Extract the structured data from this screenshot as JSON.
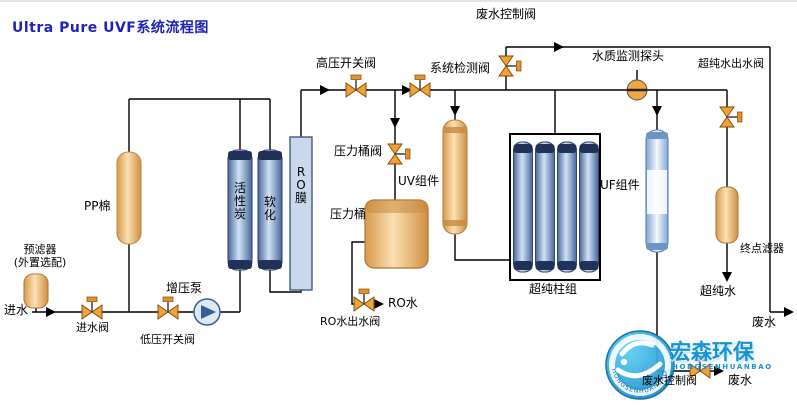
{
  "title": "Ultra Pure UVF系统流程图",
  "labels": {
    "inlet": "进水",
    "pre_filter_1": "预滤器",
    "pre_filter_2": "(外置选配)",
    "inlet_valve": "进水阀",
    "pp_cotton": "PP棉",
    "low_pressure_valve": "低压开关阀",
    "booster_pump": "增压泵",
    "activated_carbon": "活性炭",
    "softener": "软化",
    "ro_membrane": "RO膜",
    "high_pressure_valve": "高压开关阀",
    "system_check_valve": "系统检测阀",
    "pressure_tank_valve": "压力桶阀",
    "pressure_tank": "压力桶",
    "uv_module": "UV组件",
    "ro_outlet_valve": "RO水出水阀",
    "ro_water": "RO水",
    "waste_control_valve_top": "废水控制阀",
    "ultrapure_columns": "超纯柱组",
    "quality_probe": "水质监测探头",
    "uf_module": "UF组件",
    "ultrapure_outlet_valve": "超纯水出水阀",
    "terminal_filter": "终点滤器",
    "ultrapure_water": "超纯水",
    "waste_right": "废水",
    "waste_control_valve_bottom": "废水控制阀",
    "waste_bottom": "废水"
  },
  "logo": {
    "name": "宏森环保",
    "subtext": "HONGSENHUANBAO",
    "ring_text": "HONGSENHUANBAO"
  },
  "colors": {
    "title_blue": "#1f25b5",
    "valve_orange": "#f2a03a",
    "tank_tan": "#f0bd85",
    "column_blue": "#5d8cc4",
    "ro_panel": "#c9d8ea",
    "logo_blue": "#1593d4",
    "line": "#000000"
  }
}
